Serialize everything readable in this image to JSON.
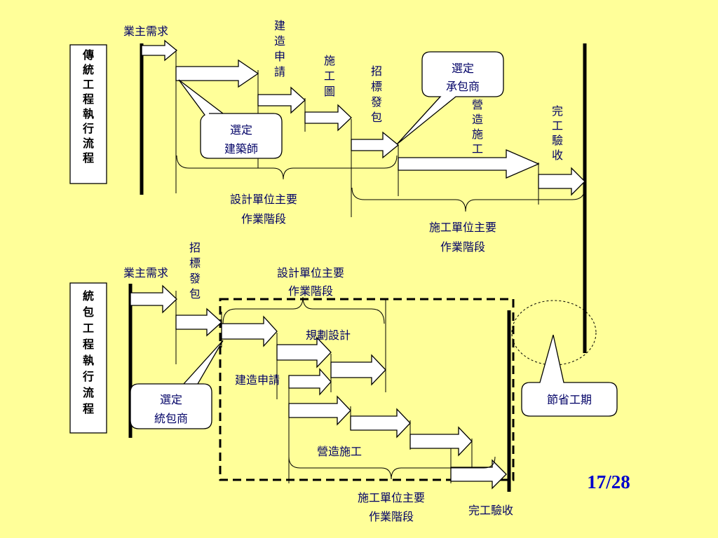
{
  "traditional": {
    "title": "傳統工程執行流程",
    "owner_need": "業主需求",
    "build_permit": "建造申請",
    "construction_drawing": "施工圖",
    "bidding": "招標發包",
    "select_contractor": [
      "選定",
      "承包商"
    ],
    "construction": "營造施工",
    "completion": "完工驗收",
    "select_architect": [
      "選定",
      "建築師"
    ],
    "design_phase": [
      "設計單位主要",
      "作業階段"
    ],
    "construction_phase": [
      "施工單位主要",
      "作業階段"
    ]
  },
  "turnkey": {
    "title": "統包工程執行流程",
    "owner_need": "業主需求",
    "bidding": "招標發包",
    "design_phase": [
      "設計單位主要",
      "作業階段"
    ],
    "planning_design": "規劃設計",
    "build_permit": "建造申請",
    "select_contractor": [
      "選定",
      "統包商"
    ],
    "construction": "營造施工",
    "construction_phase": [
      "施工單位主要",
      "作業階段"
    ],
    "completion": "完工驗收"
  },
  "savings_callout": "節省工期",
  "page_number": "17/28",
  "colors": {
    "background": "#FFFF99",
    "text": "#000066",
    "page_number": "#0000CC"
  }
}
